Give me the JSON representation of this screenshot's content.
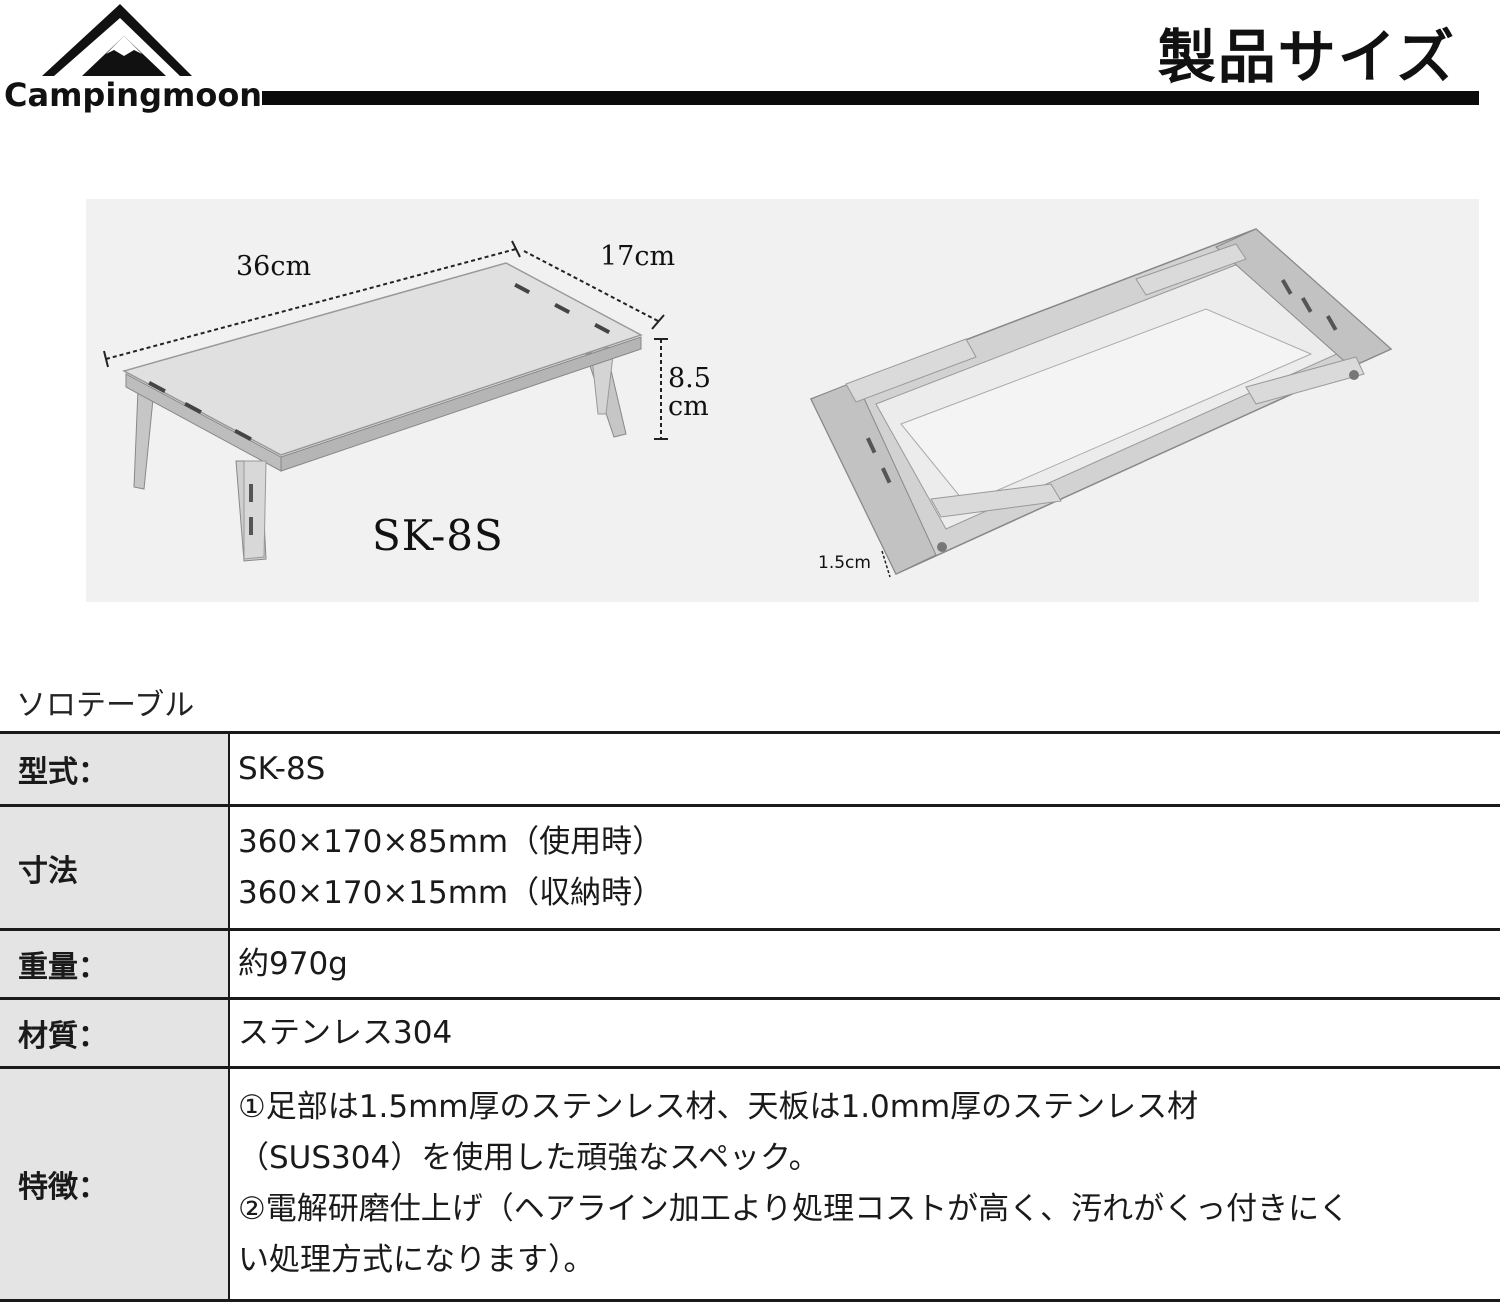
{
  "header": {
    "brand": "Campingmoon",
    "title": "製品サイズ"
  },
  "photo": {
    "dim_length": "36cm",
    "dim_width": "17cm",
    "dim_height_value": "8.5",
    "dim_height_unit": "cm",
    "dim_folded": "1.5cm",
    "model": "SK-8S"
  },
  "spec": {
    "section_title": "ソロテーブル",
    "rows": [
      {
        "label": "型式：",
        "lines": [
          "SK-8S"
        ]
      },
      {
        "label": "寸法",
        "lines": [
          "360×170×85mm（使用時）",
          "360×170×15mm（収納時）"
        ]
      },
      {
        "label": "重量：",
        "lines": [
          "約970g"
        ]
      },
      {
        "label": "材質：",
        "lines": [
          "ステンレス304"
        ]
      },
      {
        "label": "特徴：",
        "lines": [
          "①足部は1.5mm厚のステンレス材、天板は1.0mm厚のステンレス材",
          "（SUS304）を使用した頑強なスペック。",
          "②電解研磨仕上げ（ヘアライン加工より処理コストが高く、汚れがくっ付きにく",
          "い処理方式になります）。"
        ]
      }
    ]
  },
  "colors": {
    "ink": "#1a1a1a",
    "table_key_bg": "#e4e4e4",
    "photo_bg": "#f1f1f1",
    "steel": "#c9c9c9"
  }
}
